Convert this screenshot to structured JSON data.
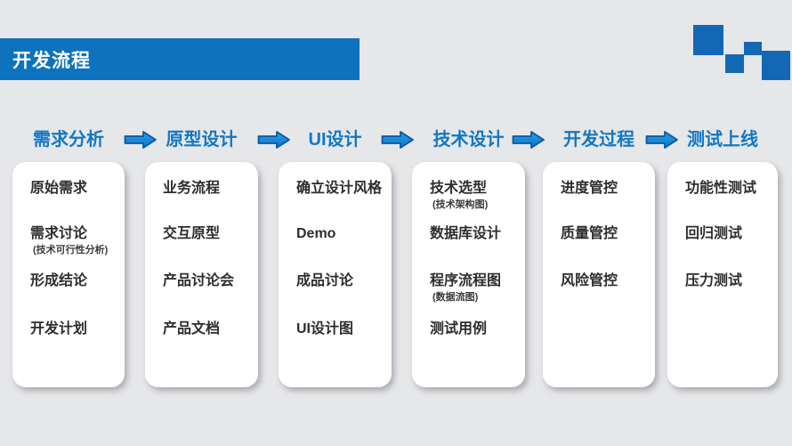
{
  "slide": {
    "title": "开发流程"
  },
  "colors": {
    "background": "#e6e7e9",
    "title_bar": "#0d73be",
    "step_header_text": "#1277c4",
    "deco_square": "#1268b5",
    "arrow_fill_top": "#2d9fe8",
    "arrow_fill_bottom": "#0e74c4",
    "arrow_border": "#0a58a6",
    "card_background": "#ffffff",
    "item_text": "#2d2d2d"
  },
  "icons": {
    "flow_arrow": "block-arrow-right-icon",
    "deco": "pixel-squares-decoration"
  },
  "columns": [
    {
      "header": "需求分析",
      "items": [
        {
          "label": "原始需求"
        },
        {
          "label": "需求讨论",
          "sub": "(技术可行性分析)"
        },
        {
          "label": "形成结论"
        },
        {
          "label": "开发计划"
        }
      ]
    },
    {
      "header": "原型设计",
      "items": [
        {
          "label": "业务流程"
        },
        {
          "label": "交互原型"
        },
        {
          "label": "产品讨论会"
        },
        {
          "label": "产品文档"
        }
      ]
    },
    {
      "header": "UI设计",
      "items": [
        {
          "label": "确立设计风格"
        },
        {
          "label": "Demo"
        },
        {
          "label": "成品讨论"
        },
        {
          "label": "UI设计图"
        }
      ]
    },
    {
      "header": "技术设计",
      "items": [
        {
          "label": "技术选型",
          "sub": "(技术架构图)"
        },
        {
          "label": "数据库设计"
        },
        {
          "label": "程序流程图",
          "sub": "(数据流图)"
        },
        {
          "label": "测试用例"
        }
      ]
    },
    {
      "header": "开发过程",
      "items": [
        {
          "label": "进度管控"
        },
        {
          "label": "质量管控"
        },
        {
          "label": "风险管控"
        }
      ]
    },
    {
      "header": "测试上线",
      "items": [
        {
          "label": "功能性测试"
        },
        {
          "label": "回归测试"
        },
        {
          "label": "压力测试"
        }
      ]
    }
  ]
}
